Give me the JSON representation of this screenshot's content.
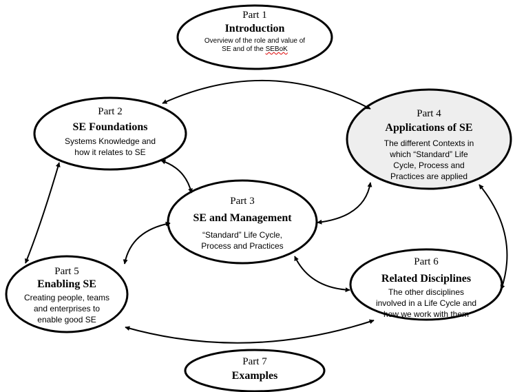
{
  "nodes": {
    "part1": {
      "part": "Part 1",
      "title": "Introduction",
      "desc_line1": "Overview of the role and value of",
      "desc_line2_pre": "SE and of the ",
      "desc_line2_term": "SEBoK"
    },
    "part2": {
      "part": "Part 2",
      "title": "SE Foundations",
      "desc_line1": "Systems Knowledge and",
      "desc_line2": "how it relates to SE"
    },
    "part3": {
      "part": "Part 3",
      "title": "SE and Management",
      "desc_line1": "“Standard” Life Cycle,",
      "desc_line2": "Process and Practices"
    },
    "part4": {
      "part": "Part 4",
      "title": "Applications of SE",
      "desc_line1": "The different Contexts in",
      "desc_line2": "which “Standard” Life",
      "desc_line3": "Cycle, Process and",
      "desc_line4": "Practices are applied",
      "fill": "#eeeeee"
    },
    "part5": {
      "part": "Part 5",
      "title": "Enabling SE",
      "desc_line1": "Creating people, teams",
      "desc_line2": "and enterprises to",
      "desc_line3": "enable good SE"
    },
    "part6": {
      "part": "Part 6",
      "title": "Related Disciplines",
      "desc_line1": "The other disciplines",
      "desc_line2": "involved in a Life Cycle and",
      "desc_line3": "how we work with them"
    },
    "part7": {
      "part": "Part 7",
      "title": "Examples"
    }
  },
  "connections": [
    {
      "from": "part2",
      "to": "part4"
    },
    {
      "from": "part2",
      "to": "part3"
    },
    {
      "from": "part2",
      "to": "part5"
    },
    {
      "from": "part3",
      "to": "part4"
    },
    {
      "from": "part3",
      "to": "part5"
    },
    {
      "from": "part3",
      "to": "part6"
    },
    {
      "from": "part4",
      "to": "part6"
    },
    {
      "from": "part5",
      "to": "part6"
    }
  ],
  "colors": {
    "stroke": "#000000",
    "fill": "#ffffff"
  }
}
